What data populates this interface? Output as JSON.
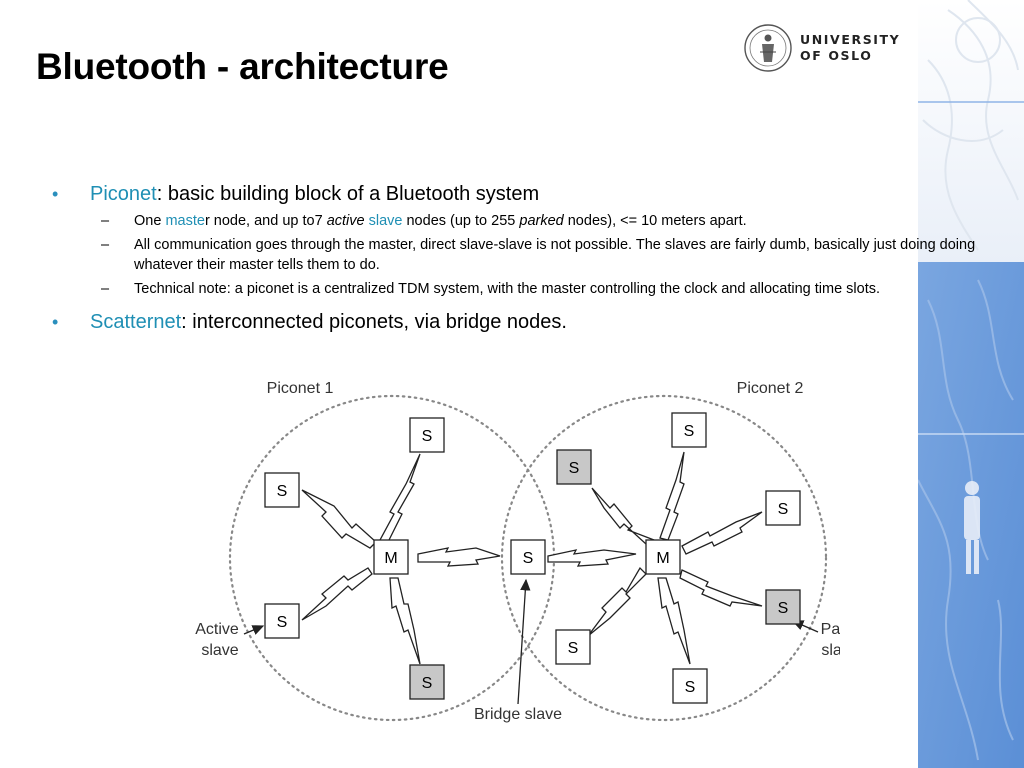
{
  "slide": {
    "title": "Bluetooth - architecture"
  },
  "logo": {
    "line1": "UNIVERSITY",
    "line2": "OF OSLO"
  },
  "bullets": [
    {
      "term": "Piconet",
      "rest": ": basic building block of a Bluetooth system",
      "subs": [
        {
          "s1": "One ",
          "s2": "maste",
          "s3": "r node, and up to7 ",
          "s4": "active",
          "s5": " ",
          "s6": "slave",
          "s7": " nodes (up to 255 ",
          "s8": "parked",
          "s9": " nodes), <= 10 meters apart."
        },
        {
          "text": "All communication goes through the master, direct slave-slave is not possible. The slaves are fairly dumb, basically just doing doing whatever their master tells them to do."
        },
        {
          "text": "Technical note: a piconet  is a centralized TDM system, with the master controlling the clock and allocating time slots."
        }
      ]
    },
    {
      "term": "Scatternet",
      "rest": ": interconnected piconets, via bridge nodes."
    }
  ],
  "diagram": {
    "piconet1_label": "Piconet 1",
    "piconet2_label": "Piconet 2",
    "master_label": "M",
    "slave_label": "S",
    "active_slave_line1": "Active",
    "active_slave_line2": "slave",
    "parked_slave_line1": "Parked",
    "parked_slave_line2": "slave",
    "bridge_slave_label": "Bridge slave"
  },
  "colors": {
    "accent": "#1f8fb4",
    "bullet": "#2a8fbd",
    "parked_fill": "#c8c8c8",
    "side_strip": "#6a9ad8"
  }
}
